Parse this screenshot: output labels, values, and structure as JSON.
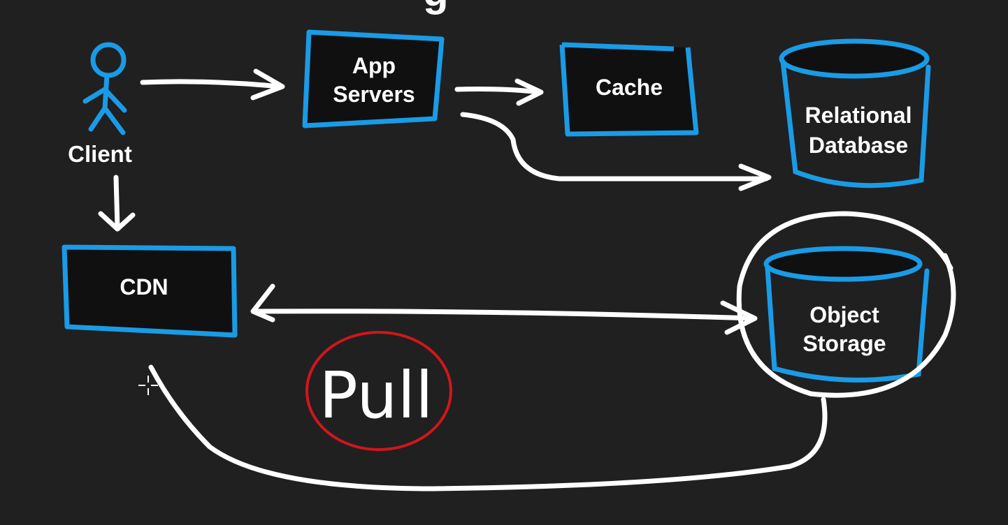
{
  "diagram": {
    "title_fragment": "g",
    "nodes": {
      "client": {
        "label": "Client",
        "shape": "stick-figure"
      },
      "app_servers": {
        "label_line1": "App",
        "label_line2": "Servers",
        "shape": "box"
      },
      "cache": {
        "label": "Cache",
        "shape": "box"
      },
      "relational_db": {
        "label_line1": "Relational",
        "label_line2": "Database",
        "shape": "cylinder"
      },
      "cdn": {
        "label": "CDN",
        "shape": "box"
      },
      "object_storage": {
        "label_line1": "Object",
        "label_line2": "Storage",
        "shape": "cylinder",
        "highlighted": true
      }
    },
    "annotation": {
      "text": "Pull",
      "circled": true
    },
    "colors": {
      "background": "#202020",
      "node_stroke": "#1a9be6",
      "arrow_stroke": "#ffffff",
      "highlight_circle": "#d0161b",
      "text": "#ffffff"
    },
    "edges": [
      {
        "from": "client",
        "to": "app_servers"
      },
      {
        "from": "app_servers",
        "to": "cache"
      },
      {
        "from": "app_servers",
        "to": "relational_db"
      },
      {
        "from": "client",
        "to": "cdn"
      },
      {
        "from": "object_storage",
        "to": "cdn",
        "bidirectional": true
      },
      {
        "from": "object_storage",
        "to": "cdn",
        "curved": true
      }
    ]
  }
}
